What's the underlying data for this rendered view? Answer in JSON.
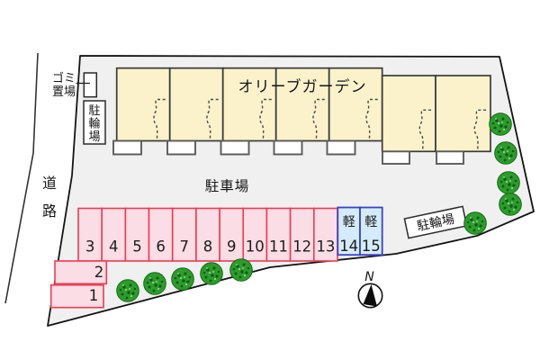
{
  "plan": {
    "building": {
      "name": "オリーブガーデン",
      "unit_count": 7
    },
    "labels": {
      "parking_lot": "駐車場",
      "road": "道路",
      "garbage_line1": "ゴミ",
      "garbage_line2": "置場",
      "bicycle_parking": "駐輪場",
      "kei": "軽",
      "north": "N"
    },
    "parking_spaces": [
      {
        "label": "1",
        "type": "standard"
      },
      {
        "label": "2",
        "type": "standard"
      },
      {
        "label": "3",
        "type": "standard"
      },
      {
        "label": "4",
        "type": "standard"
      },
      {
        "label": "5",
        "type": "standard"
      },
      {
        "label": "6",
        "type": "standard"
      },
      {
        "label": "7",
        "type": "standard"
      },
      {
        "label": "8",
        "type": "standard"
      },
      {
        "label": "9",
        "type": "standard"
      },
      {
        "label": "10",
        "type": "standard"
      },
      {
        "label": "11",
        "type": "standard"
      },
      {
        "label": "12",
        "type": "standard"
      },
      {
        "label": "13",
        "type": "standard"
      },
      {
        "label": "14",
        "type": "kei"
      },
      {
        "label": "15",
        "type": "kei"
      }
    ],
    "colors": {
      "site-fill": "#f0f0f0",
      "building-fill": "#fbf2cb",
      "space-fill": "#fbdde5",
      "space-border": "#ee3b52",
      "kei-fill": "#d4ecfa",
      "kei-border": "#3a43c6",
      "tree-green": "#2d9c2d"
    }
  }
}
